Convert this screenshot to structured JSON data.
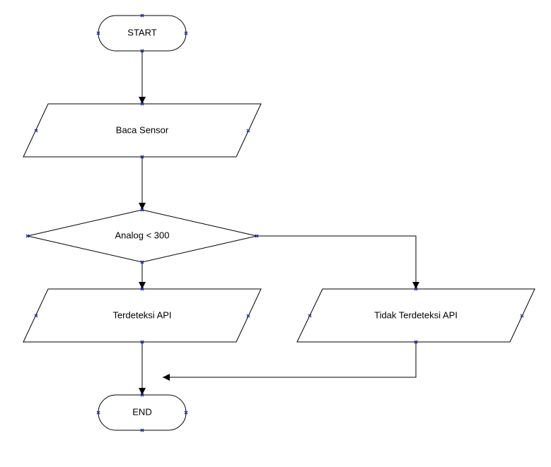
{
  "flowchart": {
    "start": {
      "label": "START"
    },
    "read_sensor": {
      "label": "Baca Sensor"
    },
    "decision": {
      "label": "Analog < 300"
    },
    "detected": {
      "label": "Terdeteksi API"
    },
    "not_detected": {
      "label": "Tidak Terdeteksi API"
    },
    "end": {
      "label": "END"
    }
  },
  "colors": {
    "line": "#000000",
    "fill": "#ffffff",
    "handle": "#1f2fb8"
  }
}
